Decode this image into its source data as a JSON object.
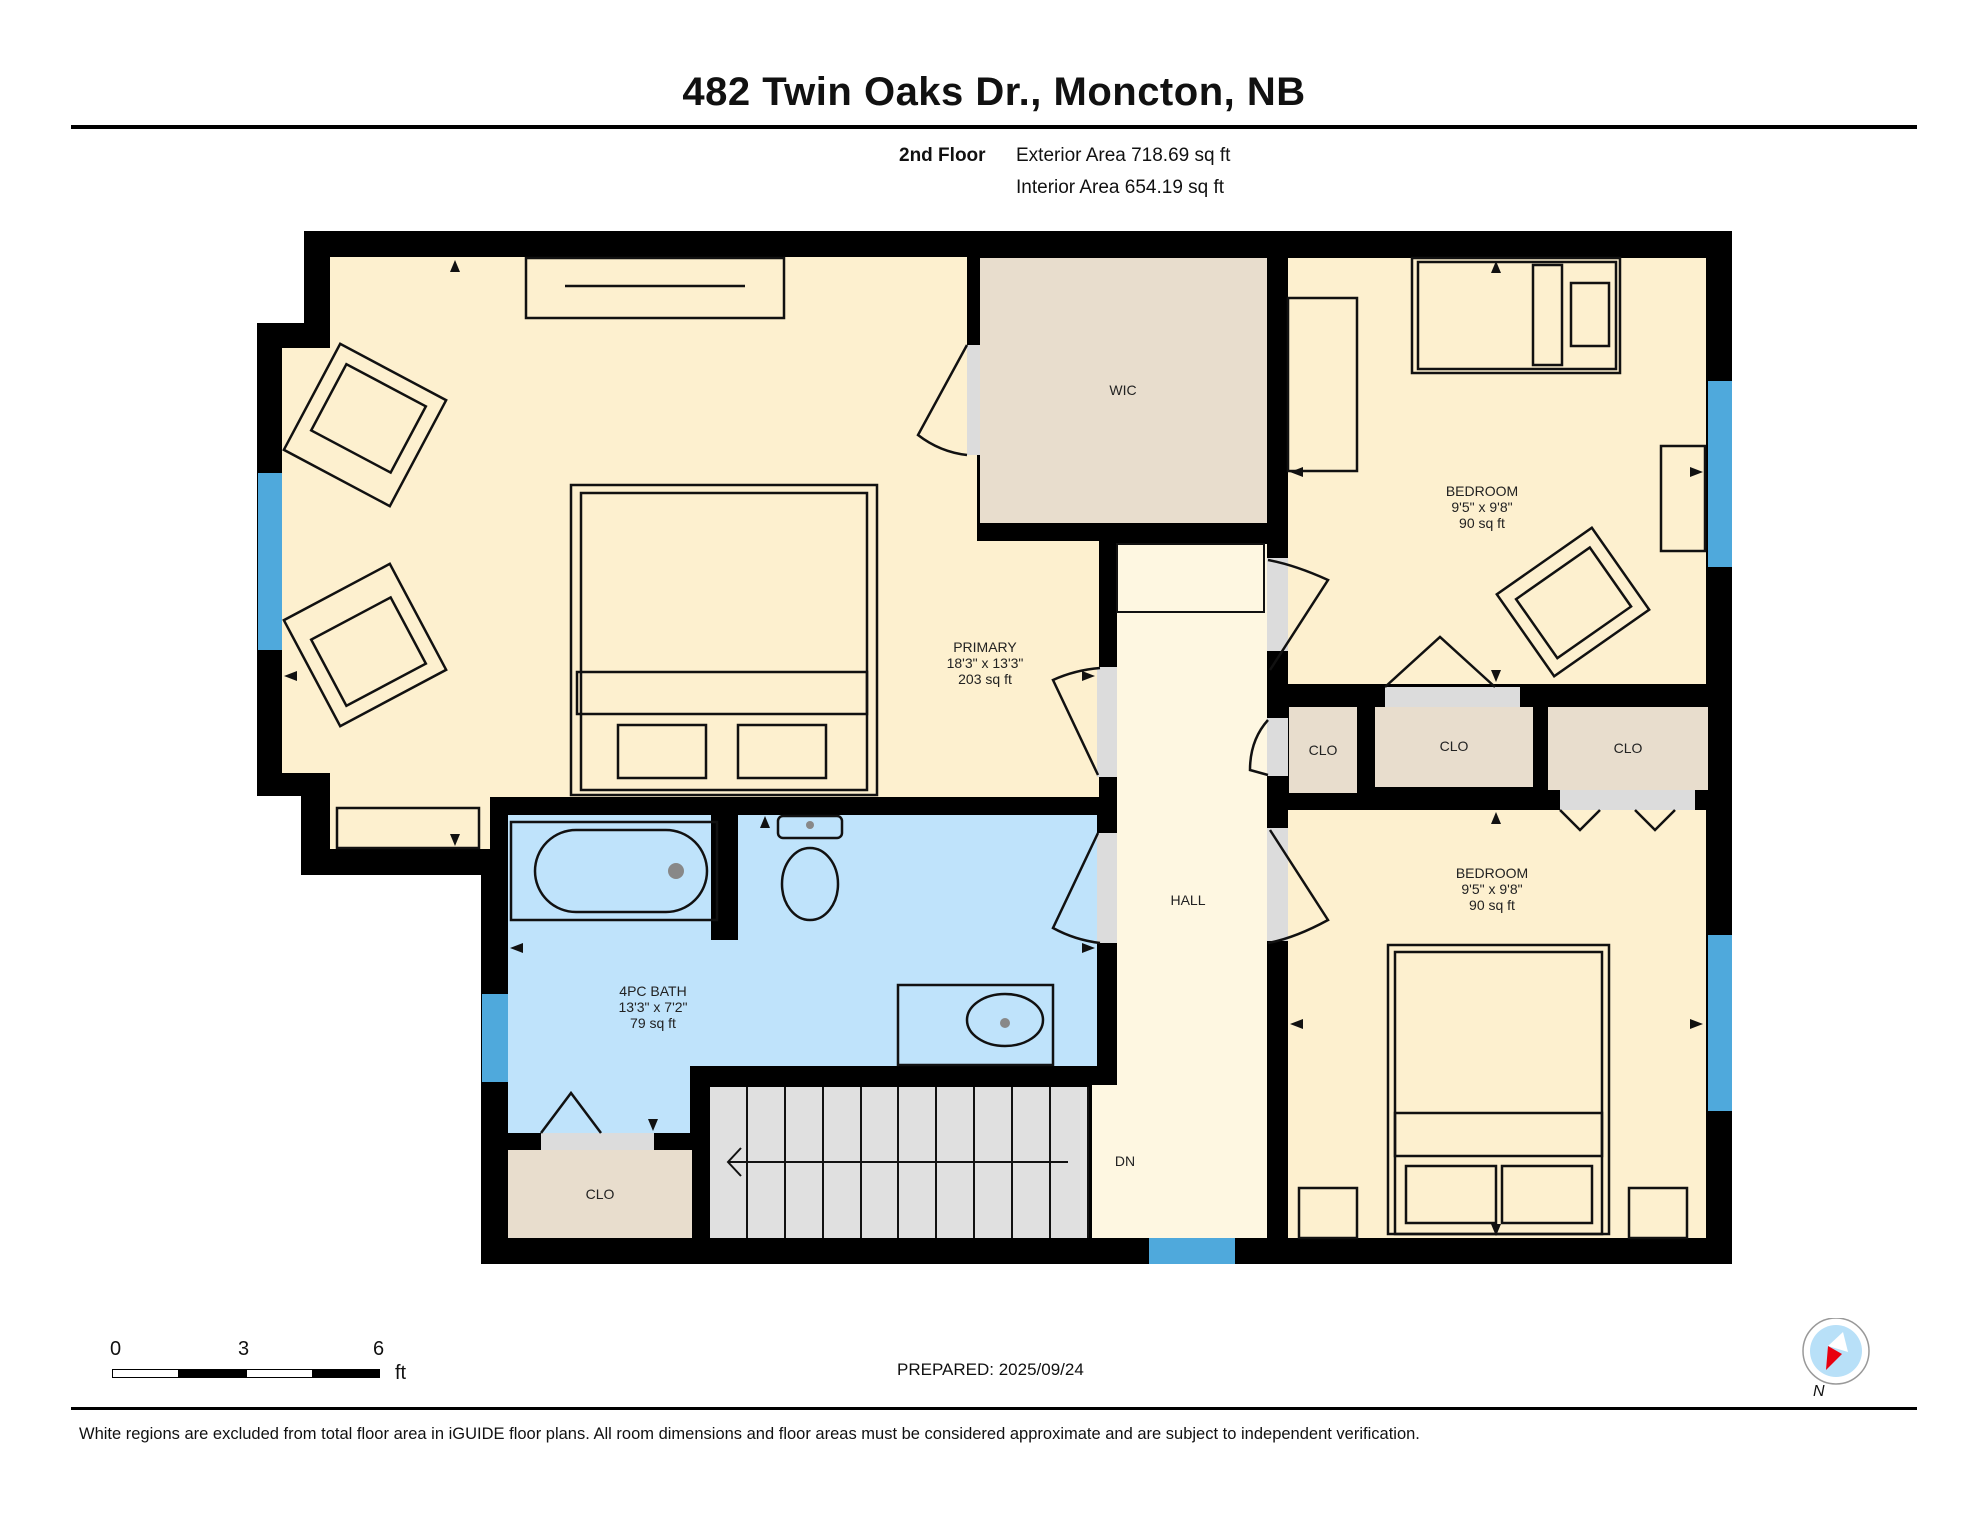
{
  "header": {
    "title": "482 Twin Oaks Dr., Moncton, NB",
    "floor_label": "2nd Floor",
    "exterior_area": "Exterior Area 718.69 sq ft",
    "interior_area": "Interior Area 654.19 sq ft"
  },
  "rooms": {
    "primary": {
      "name": "PRIMARY",
      "dims": "18'3\" x 13'3\"",
      "area": "203 sq ft",
      "color": "#fdf0cf"
    },
    "wic": {
      "name": "WIC",
      "color": "#e8ddcd"
    },
    "bedroom_1": {
      "name": "BEDROOM",
      "dims": "9'5\" x 9'8\"",
      "area": "90 sq ft",
      "color": "#fdf0cf"
    },
    "bedroom_2": {
      "name": "BEDROOM",
      "dims": "9'5\" x 9'8\"",
      "area": "90 sq ft",
      "color": "#fdf0cf"
    },
    "bath": {
      "name": "4PC BATH",
      "dims": "13'3\" x 7'2\"",
      "area": "79 sq ft",
      "color": "#bfe3fb"
    },
    "hall": {
      "name": "HALL",
      "color": "#fef7e1"
    },
    "stairs": {
      "label": "DN",
      "color": "#e0e0e0"
    },
    "closets": [
      {
        "name": "CLO"
      },
      {
        "name": "CLO"
      },
      {
        "name": "CLO"
      },
      {
        "name": "CLO"
      }
    ],
    "closet_color": "#e8ddcd"
  },
  "colors": {
    "wall": "#000000",
    "window": "#4fa9dc",
    "door_opening": "#dcdcdc"
  },
  "scale_bar": {
    "ticks": [
      "0",
      "3",
      "6"
    ],
    "unit": "ft"
  },
  "prepared": "PREPARED: 2025/09/24",
  "compass": {
    "label": "N"
  },
  "footer": {
    "disclaimer": "White regions are excluded from total floor area in iGUIDE floor plans. All room dimensions and floor areas must be considered approximate and are subject to independent verification."
  }
}
